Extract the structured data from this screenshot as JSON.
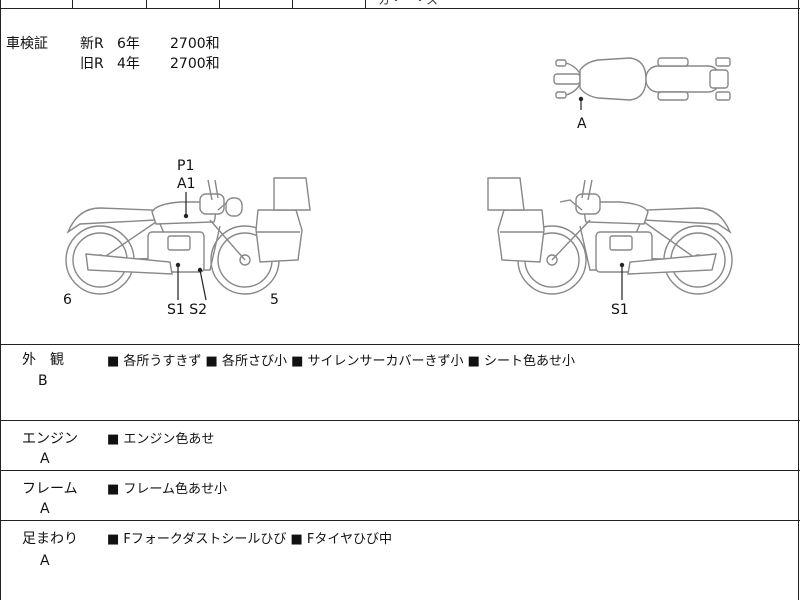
{
  "header": {
    "partial_text": "カ・ー・ス"
  },
  "inspection": {
    "label": "車検証",
    "rows": [
      {
        "type": "新R",
        "years": "6年",
        "price": "2700和"
      },
      {
        "type": "旧R",
        "years": "4年",
        "price": "2700和"
      }
    ]
  },
  "diagram_labels": {
    "top_a": "A",
    "left_p1": "P1",
    "left_a1": "A1",
    "left_s1s2": "S1 S2",
    "left_6": "6",
    "left_5": "5",
    "right_s1": "S1"
  },
  "sections": [
    {
      "name": "外　観",
      "grade": "B",
      "items": "■ 各所うすきず ■ 各所さび小 ■ サイレンサーカバーきず小 ■ シート色あせ小"
    },
    {
      "name": "エンジン",
      "grade": "A",
      "items": "■ エンジン色あせ"
    },
    {
      "name": "フレーム",
      "grade": "A",
      "items": "■ フレーム色あせ小"
    },
    {
      "name": "足まわり",
      "grade": "A",
      "items": "■ Fフォークダストシールひび ■ Fタイヤひび中"
    }
  ]
}
